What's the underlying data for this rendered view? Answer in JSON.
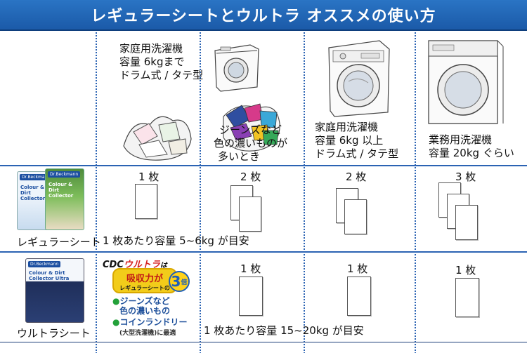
{
  "header": {
    "title": "レギュラーシートとウルトラ オススメの使い方"
  },
  "columns": {
    "col1": {
      "machine_label": [
        "家庭用洗濯機",
        "容量 6kgまで",
        "ドラム式 / タテ型"
      ],
      "icon": "laundry-pile-icon"
    },
    "col2": {
      "note": [
        "ジーンズなど",
        "色の濃いものが",
        "多いとき"
      ],
      "icon": "colorful-laundry-icon"
    },
    "col3": {
      "machine_label": [
        "家庭用洗濯機",
        "容量 6kg 以上",
        "ドラム式 / タテ型"
      ],
      "icon": "front-load-washer-icon"
    },
    "col4": {
      "machine_label": [
        "業務用洗濯機",
        "容量 20kg ぐらい"
      ],
      "icon": "commercial-washer-icon"
    }
  },
  "rows": {
    "regular": {
      "label": "レギュラーシート",
      "counts": [
        "1 枚",
        "2 枚",
        "2 枚",
        "3 枚"
      ],
      "capacity_note": "1 枚あたり容量 5~6kg が目安",
      "pack": {
        "brand": "Dr.Beckmann",
        "name": "Colour & Dirt Collector"
      }
    },
    "ultra": {
      "label": "ウルトラシート",
      "counts": [
        "1 枚",
        "1 枚",
        "1 枚"
      ],
      "capacity_note": "1 枚あたり容量 15~20kg が目安",
      "pack": {
        "brand": "Dr.Beckmann",
        "name": "Colour & Dirt Collector Ultra"
      },
      "promo": {
        "prefix": "CDC",
        "brand": "ウルトラ",
        "suffix": "は",
        "line1": "吸収力が",
        "line2": "レギュラーシートの",
        "multiplier": "3",
        "multiplier_unit": "倍",
        "bullets": [
          {
            "main": "ジーンズなど",
            "sub": "色の濃いもの"
          },
          {
            "main": "コインランドリー",
            "sub": "(大型洗濯機)に最適"
          }
        ]
      }
    }
  },
  "colors": {
    "banner": "#1f66b8",
    "divider": "#2b63b3",
    "promo_red": "#d62020",
    "promo_yellow": "#f2cc1a"
  }
}
